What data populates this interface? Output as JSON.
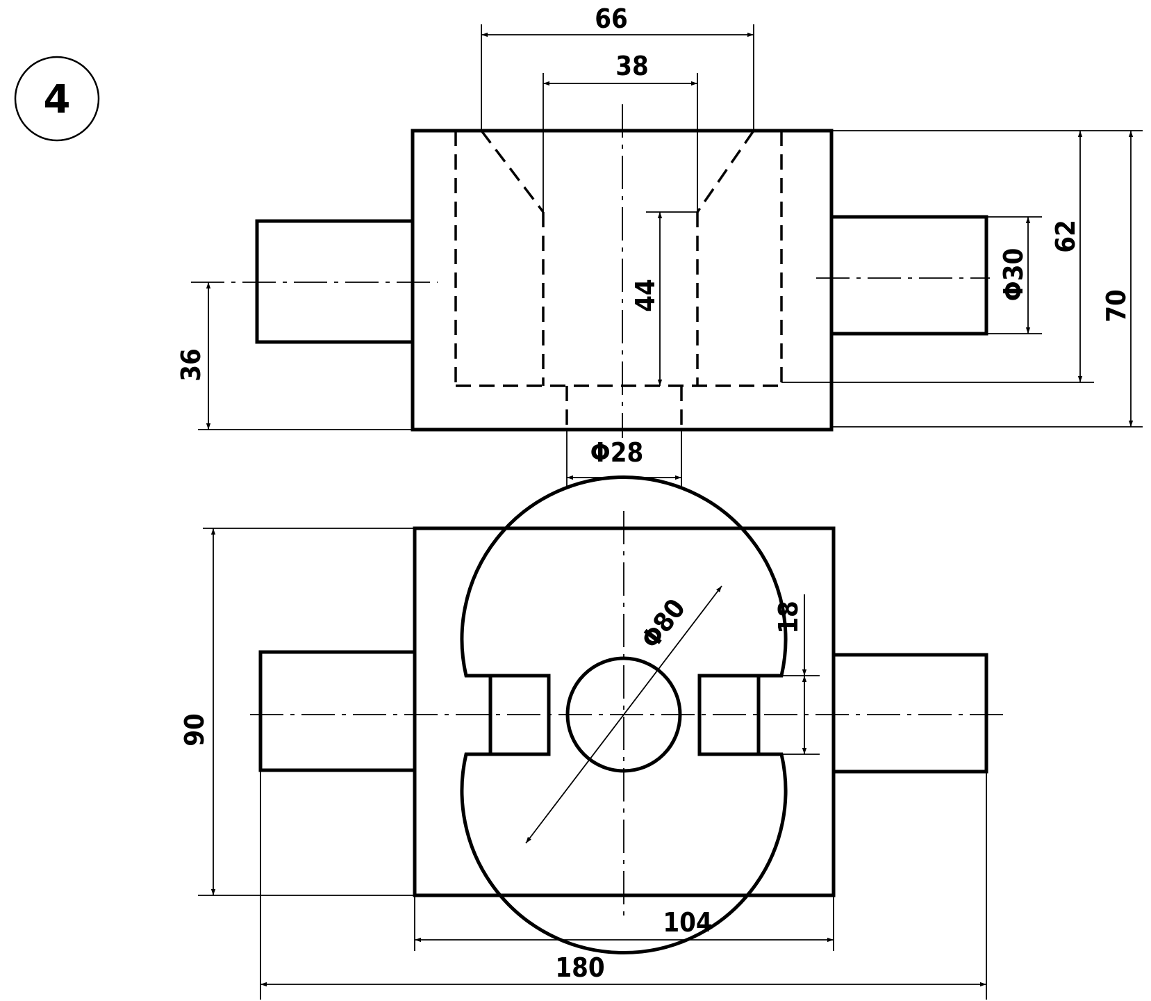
{
  "badge": {
    "number": "4"
  },
  "front_view": {
    "dimensions": {
      "top_outer_width": "66",
      "top_inner_width": "38",
      "hole_depth": "44",
      "shaft_height_from_base": "36",
      "shaft_diameter": "Φ30",
      "inner_height": "62",
      "total_height": "70",
      "bottom_hole_diameter": "Φ28"
    }
  },
  "top_view": {
    "dimensions": {
      "depth": "90",
      "circle_diameter": "Φ80",
      "slot_width": "18",
      "block_width": "104",
      "total_width": "180"
    }
  }
}
